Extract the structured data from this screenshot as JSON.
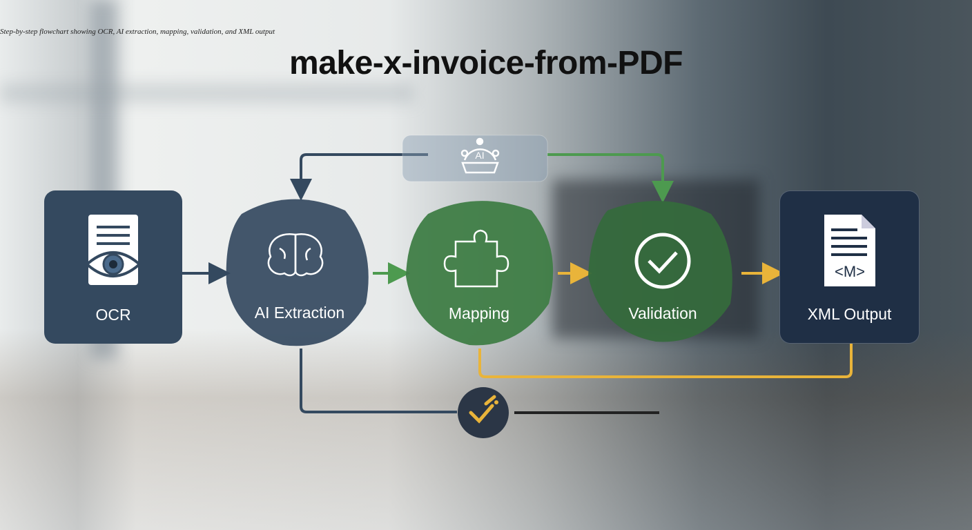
{
  "caption": "Step-by-step flowchart showing OCR, AI extraction, mapping, validation, and XML output",
  "title": "make-x-invoice-from-PDF",
  "steps": [
    {
      "label": "OCR",
      "icon": "document-eye-icon",
      "color": "#34495f"
    },
    {
      "label": "AI Extraction",
      "icon": "brain-icon",
      "color": "#34495f"
    },
    {
      "label": "Mapping",
      "icon": "puzzle-icon",
      "color": "#3f7d46"
    },
    {
      "label": "Validation",
      "icon": "check-circle-icon",
      "color": "#356a3c"
    },
    {
      "label": "XML Output",
      "icon": "xml-document-icon",
      "color": "#1f2f45"
    }
  ],
  "ai_badge": {
    "text": "AI",
    "icon": "ai-network-icon"
  },
  "check_badge": {
    "icon": "check-sparkle-icon",
    "color": "#e9b43a"
  },
  "colors": {
    "blue": "#34495f",
    "green": "#4d9a4f",
    "orange": "#e9b43a"
  }
}
